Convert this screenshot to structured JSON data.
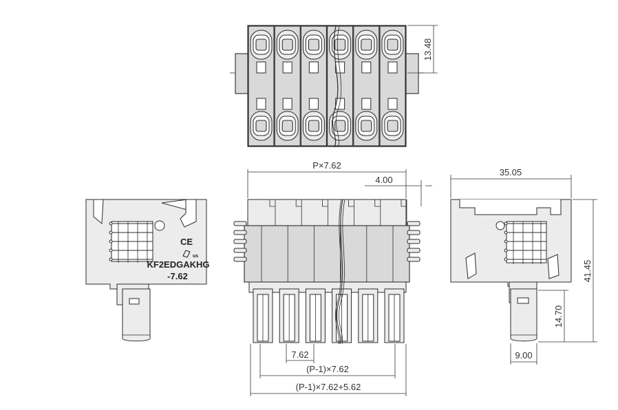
{
  "labels": {
    "part_number": "KF2EDGAKHG",
    "pitch_suffix": "-7.62",
    "ce_mark": "CE",
    "ul_mark": "us"
  },
  "dimensions": {
    "top_height": "13.48",
    "overall_length": "P×7.62",
    "end_offset": "4.00",
    "pitch": "7.62",
    "pin_span": "(P-1)×7.62",
    "total_span": "(P-1)×7.62+5.62",
    "side_depth": "35.05",
    "side_height": "41.45",
    "pin_length": "14.70",
    "pin_width": "9.00"
  }
}
